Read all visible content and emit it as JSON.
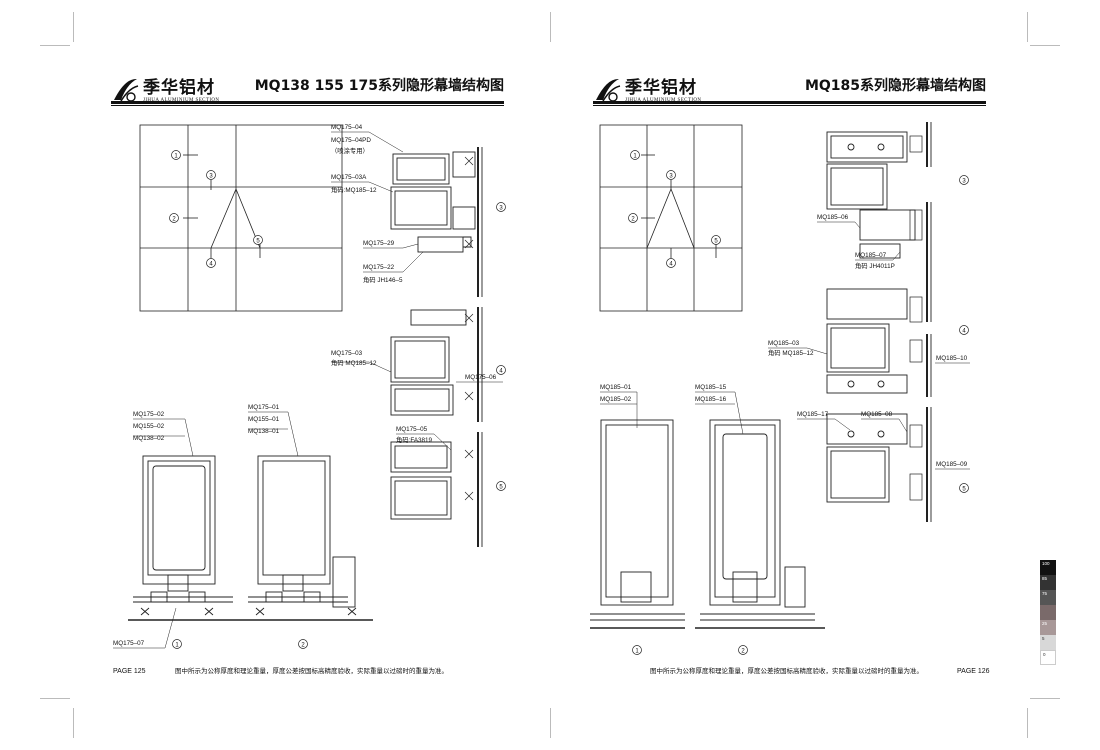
{
  "left_page": {
    "brand_name": "季华铝材",
    "brand_sub": "JIHUA ALUMINIUM SECTION",
    "title": "MQ138 155 175系列隐形幕墙结构图",
    "page_label": "PAGE 125",
    "note": "图中所示为公称厚度和理论重量，厚度公差按国标高精度验收，实际重量以过磅时的重量为准。",
    "grid_markers": [
      "①",
      "②",
      "③",
      "④",
      "⑤"
    ],
    "labels": {
      "l_mq175_04": "MQ175–04",
      "l_mq175_04pd": "MQ175–04PD",
      "l_spray": "（喷涂专用）",
      "l_mq175_03a": "MQ175–03A",
      "l_corner_mq185_12": "角码:MQ185–12",
      "l_mq175_29": "MQ175–29",
      "l_mq175_22": "MQ175–22",
      "l_corner_jh146_5": "角码 JH146–5",
      "l_mq175_03": "MQ175–03",
      "l_corner_mq185_12b": "角码 MQ185–12",
      "l_mq175_06": "MQ175–06",
      "l_mq175_05": "MQ175–05",
      "l_corner_fa3819": "角码:FA3819",
      "l_mq175_02": "MQ175–02",
      "l_mq155_02": "MQ155–02",
      "l_mq138_02": "MQ138–02",
      "l_mq175_01": "MQ175–01",
      "l_mq155_01": "MQ155–01",
      "l_mq138_01": "MQ138–01",
      "l_mq175_07": "MQ175–07"
    },
    "section_markers": [
      "③",
      "④",
      "⑤",
      "①",
      "②"
    ]
  },
  "right_page": {
    "brand_name": "季华铝材",
    "brand_sub": "JIHUA ALUMINIUM SECTION",
    "title": "MQ185系列隐形幕墙结构图",
    "page_label": "PAGE 126",
    "note": "图中所示为公称厚度和理论重量，厚度公差按国标高精度验收，实际重量以过磅时的重量为准。",
    "grid_markers": [
      "①",
      "②",
      "③",
      "④",
      "⑤"
    ],
    "labels": {
      "r_mq185_06": "MQ185–06",
      "r_mq185_07": "MQ185–07",
      "r_corner_jh4011p": "角码 JH4011P",
      "r_mq185_03": "MQ185–03",
      "r_corner_mq185_12": "角码 MQ185–12",
      "r_mq185_10": "MQ185–10",
      "r_mq185_17": "MQ185–17",
      "r_mq185_08": "MQ185–08",
      "r_mq185_09": "MQ185–09",
      "r_mq185_01": "MQ185–01",
      "r_mq185_02": "MQ185–02",
      "r_mq185_15": "MQ185–15",
      "r_mq185_16": "MQ185–16"
    },
    "section_markers": [
      "③",
      "④",
      "⑤",
      "①",
      "②"
    ]
  },
  "color_bar": [
    "100",
    "85",
    "75",
    "",
    "25",
    "5",
    "0"
  ]
}
